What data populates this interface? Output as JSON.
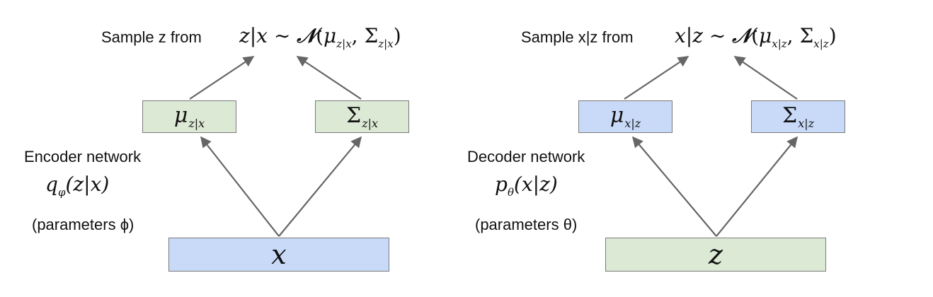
{
  "encoder": {
    "title_line1": "Encoder network",
    "title_line2_func": "q",
    "title_line2_sub": "φ",
    "title_line2_args": "(z|x)",
    "params_label": "(parameters ϕ)",
    "input_label": "x",
    "mean_symbol": "μ",
    "mean_sub": "z|x",
    "cov_symbol": "Σ",
    "cov_sub": "z|x",
    "sample_text": "Sample z from",
    "sample_lhs": "z|x",
    "sample_tilde": "∼",
    "sample_dist": "𝒩",
    "sample_mu": "μ",
    "sample_mu_sub": "z|x",
    "sample_sigma": "Σ",
    "sample_sigma_sub": "z|x",
    "colors": {
      "input_fill": "#c9daf8",
      "param_fill": "#dce9d5"
    }
  },
  "decoder": {
    "title_line1": "Decoder network",
    "title_line2_func": "p",
    "title_line2_sub": "θ",
    "title_line2_args": "(x|z)",
    "params_label": "(parameters θ)",
    "input_label": "z",
    "mean_symbol": "μ",
    "mean_sub": "x|z",
    "cov_symbol": "Σ",
    "cov_sub": "x|z",
    "sample_text": "Sample x|z from",
    "sample_lhs": "x|z",
    "sample_tilde": "∼",
    "sample_dist": "𝒩",
    "sample_mu": "μ",
    "sample_mu_sub": "x|z",
    "sample_sigma": "Σ",
    "sample_sigma_sub": "x|z",
    "colors": {
      "input_fill": "#dce9d5",
      "param_fill": "#c9daf8"
    }
  }
}
